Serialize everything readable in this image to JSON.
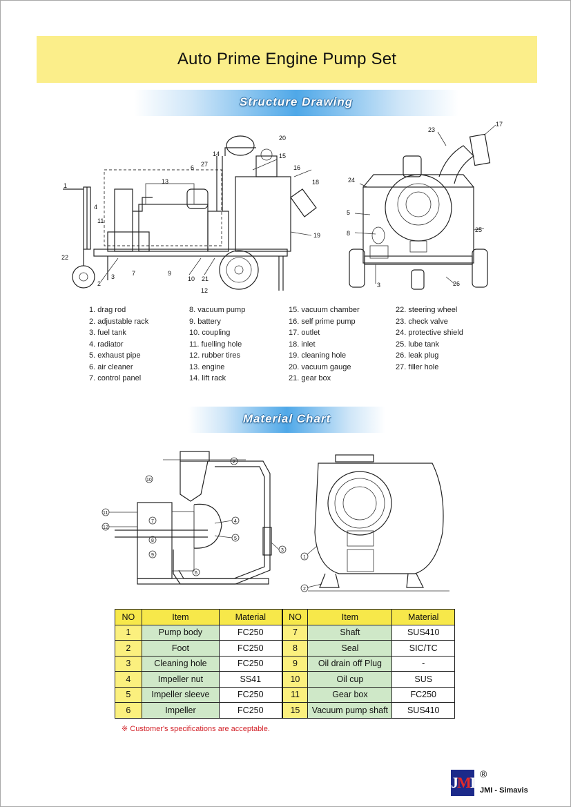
{
  "title": "Auto Prime Engine Pump Set",
  "sections": {
    "structure": "Structure Drawing",
    "material": "Material Chart"
  },
  "legend": {
    "col1": [
      "1. drag rod",
      "2. adjustable rack",
      "3. fuel tank",
      "4. radiator",
      "5. exhaust pipe",
      "6. air cleaner",
      "7. control panel"
    ],
    "col2": [
      "8. vacuum pump",
      "9. battery",
      "10. coupling",
      "11. fuelling hole",
      "12. rubber tires",
      "13. engine",
      "14. lift rack"
    ],
    "col3": [
      "15. vacuum chamber",
      "16. self prime pump",
      "17. outlet",
      "18. inlet",
      "19. cleaning hole",
      "20. vacuum gauge",
      "21. gear box"
    ],
    "col4": [
      "22. steering wheel",
      "23. check valve",
      "24. protective shield",
      "25. lube tank",
      "26. leak plug",
      "27. filler hole"
    ]
  },
  "drawing_labels": {
    "side_view": [
      "1",
      "2",
      "3",
      "4",
      "6",
      "7",
      "9",
      "10",
      "11",
      "12",
      "13",
      "14",
      "15",
      "16",
      "18",
      "19",
      "20",
      "21",
      "22",
      "27"
    ],
    "front_view": [
      "3",
      "5",
      "8",
      "17",
      "23",
      "24",
      "25",
      "26"
    ],
    "section_view": [
      "2",
      "3",
      "4",
      "5",
      "6",
      "7",
      "8",
      "9",
      "10",
      "11",
      "12"
    ],
    "end_view": [
      "1",
      "2"
    ]
  },
  "table": {
    "headers": [
      "NO",
      "Item",
      "Material",
      "NO",
      "Item",
      "Material"
    ],
    "rows": [
      [
        "1",
        "Pump body",
        "FC250",
        "7",
        "Shaft",
        "SUS410"
      ],
      [
        "2",
        "Foot",
        "FC250",
        "8",
        "Seal",
        "SIC/TC"
      ],
      [
        "3",
        "Cleaning hole",
        "FC250",
        "9",
        "Oil drain off Plug",
        "-"
      ],
      [
        "4",
        "Impeller nut",
        "SS41",
        "10",
        "Oil cup",
        "SUS"
      ],
      [
        "5",
        "Impeller sleeve",
        "FC250",
        "11",
        "Gear box",
        "FC250"
      ],
      [
        "6",
        "Impeller",
        "FC250",
        "15",
        "Vacuum pump shaft",
        "SUS410"
      ]
    ]
  },
  "note": "※ Customer's specifications are acceptable.",
  "logo": {
    "mark": "JMI",
    "registered": "®",
    "brand": "JMI - Simavis"
  },
  "colors": {
    "title_band": "#fbee8a",
    "banner_blue": "#4fa8e8",
    "header_yellow": "#f7e84a",
    "item_green": "#cfe8c8",
    "note_red": "#d3232a",
    "logo_blue": "#1c2a8a"
  }
}
